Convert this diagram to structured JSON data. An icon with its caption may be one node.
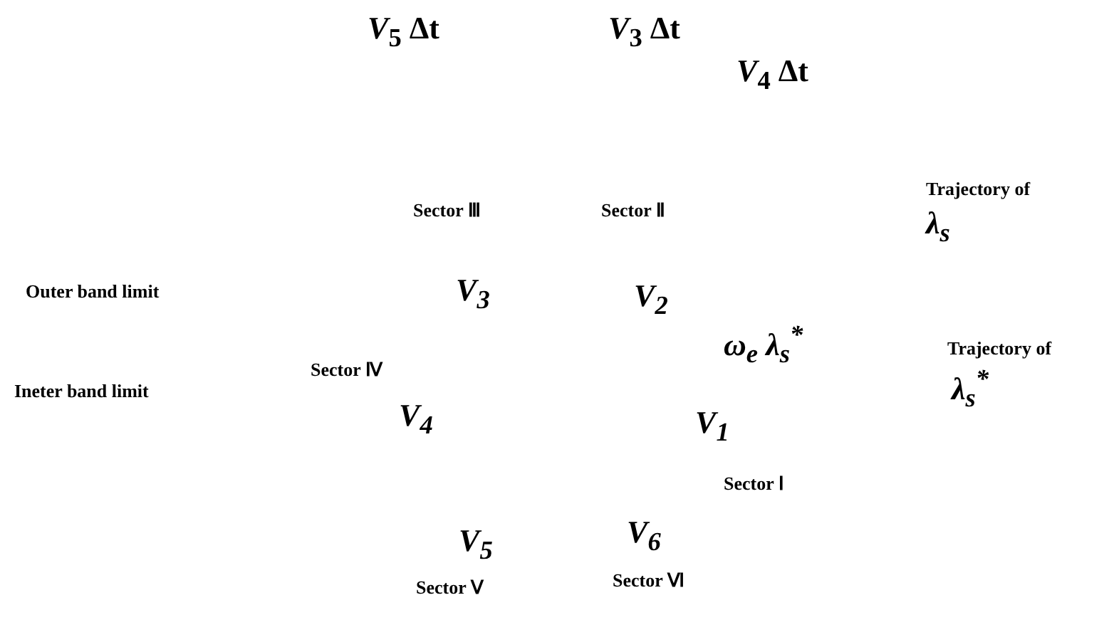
{
  "diagram": {
    "labels": [
      "*V*$_{5}$ Δt",
      "*V*$_{3}$ Δt",
      "*V*$_{4}$ Δt",
      "Sector Ⅲ",
      "Sector Ⅱ",
      "Trajectory of",
      "λ$_{s}$",
      "Outer band limit",
      "*V*$_{3}$",
      "*V*$_{2}$",
      "*ω*$_{e}$ λ$_{s}$$^{*}$",
      "Trajectory of",
      "Sector Ⅳ",
      "λ$_{s}$$^{*}$",
      "Ineter band limit",
      "*V*$_{4}$",
      "*V*$_{1}$",
      "Sector Ⅰ",
      "*V*$_{5}$",
      "*V*$_{6}$",
      "Sector Ⅵ",
      "Sector Ⅴ"
    ]
  }
}
